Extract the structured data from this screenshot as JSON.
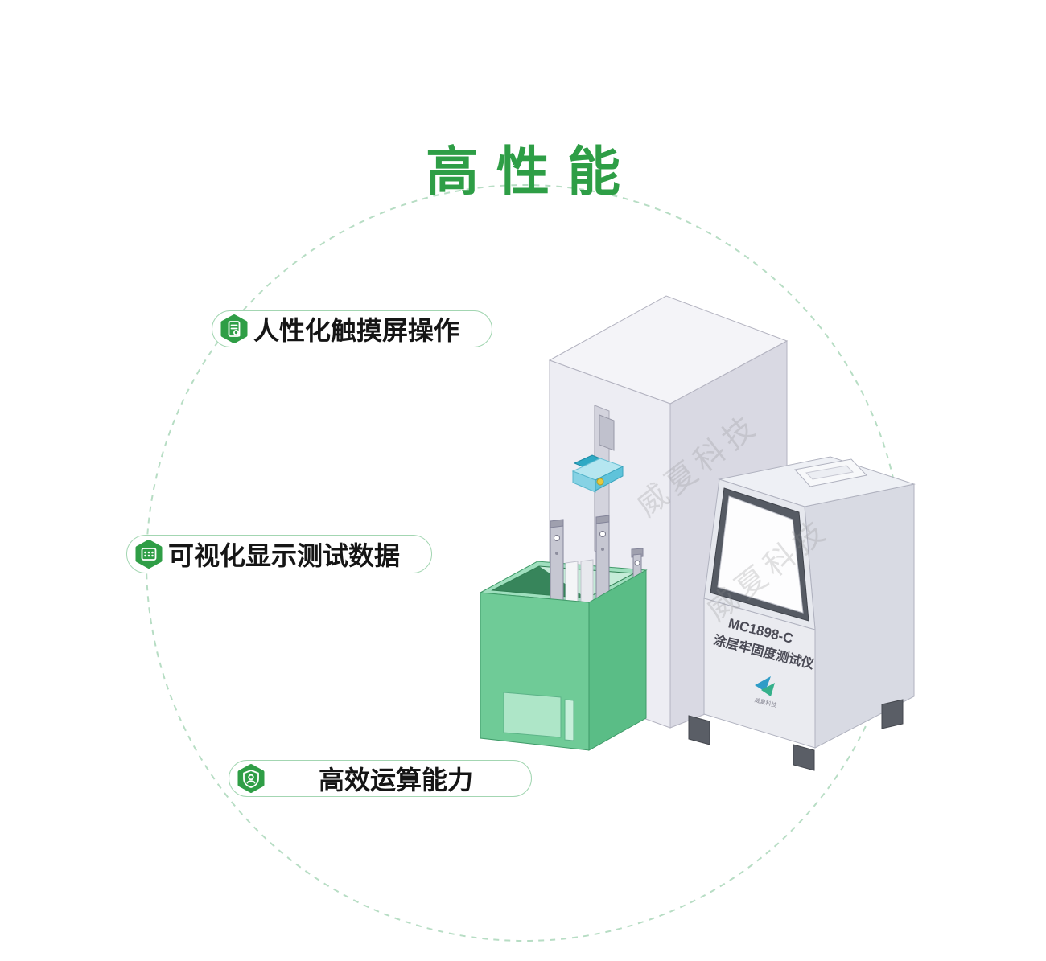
{
  "page": {
    "title": "高性能",
    "watermark": "威夏科技"
  },
  "features": [
    {
      "id": "touchscreen",
      "label": "人性化触摸屏操作",
      "icon": "document-check-icon"
    },
    {
      "id": "visual-data",
      "label": "可视化显示测试数据",
      "icon": "data-display-icon"
    },
    {
      "id": "computing",
      "label": "高效运算能力",
      "icon": "shield-user-icon"
    }
  ],
  "device": {
    "model": "MC1898-C",
    "name": "涂层牢固度测试仪",
    "brand": "威夏科技"
  },
  "colors": {
    "accent_green": "#2e9e46",
    "circle_dash_green": "#b7ddc4",
    "pill_border_green": "#a3d6b2",
    "tank_green": "#6fcb97",
    "machine_gray": "#ededf3",
    "fixture_blue": "#86d2e4"
  }
}
